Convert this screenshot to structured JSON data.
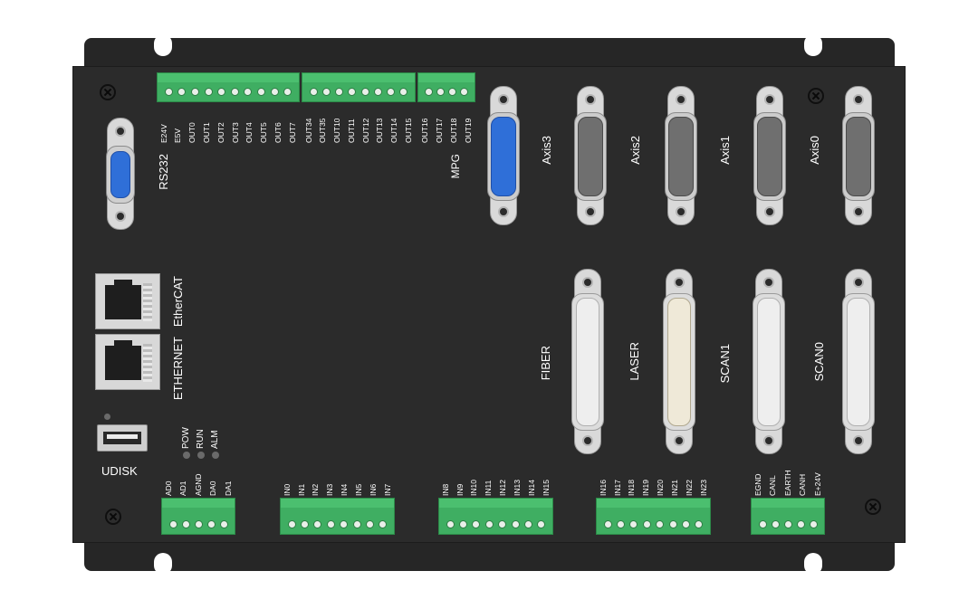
{
  "top_terminals": {
    "block1": [
      "E24V",
      "E5V",
      "OUT0",
      "OUT1",
      "OUT2",
      "OUT3",
      "OUT4",
      "OUT5",
      "OUT6",
      "OUT7"
    ],
    "block2": [
      "OUT34",
      "OUT35",
      "OUT10",
      "OUT11",
      "OUT12",
      "OUT13",
      "OUT14",
      "OUT15"
    ],
    "block3": [
      "OUT16",
      "OUT17",
      "OUT18",
      "OUT19"
    ]
  },
  "bottom_terminals": {
    "block1": [
      "AD0",
      "AD1",
      "AGND",
      "DA0",
      "DA1"
    ],
    "block2": [
      "IN0",
      "IN1",
      "IN2",
      "IN3",
      "IN4",
      "IN5",
      "IN6",
      "IN7"
    ],
    "block3": [
      "IN8",
      "IN9",
      "IN10",
      "IN11",
      "IN12",
      "IN13",
      "IN14",
      "IN15"
    ],
    "block4": [
      "IN16",
      "IN17",
      "IN18",
      "IN19",
      "IN20",
      "IN21",
      "IN22",
      "IN23"
    ],
    "block5": [
      "EGND",
      "CANL",
      "EARTH",
      "CANH",
      "E+24V"
    ]
  },
  "labels": {
    "rs232": "RS232",
    "mpg": "MPG",
    "ethercat": "EtherCAT",
    "ethernet": "ETHERNET",
    "udisk": "UDISK",
    "leds": [
      "POW",
      "RUN",
      "ALM"
    ],
    "axes": [
      "Axis3",
      "Axis2",
      "Axis1",
      "Axis0"
    ],
    "lower_ports": [
      "FIBER",
      "LASER",
      "SCAN1",
      "SCAN0"
    ]
  },
  "colors": {
    "terminal_green": "#3fae62",
    "axis3_connector_blue": "#2f6fd8",
    "body": "#2b2b2b"
  }
}
